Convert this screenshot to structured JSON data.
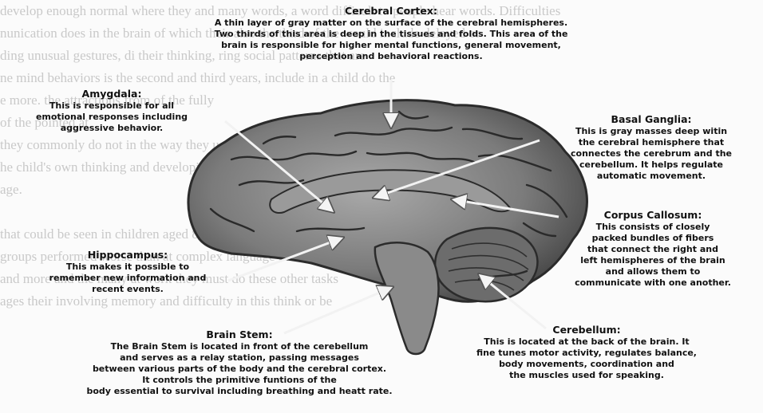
{
  "background_text": [
    "develop enough normal where they and many words, a word difficult to people hear words. Difficulties",
    "nunication does in the brain of which their also the third of the would include delayed or",
    "ding unusual gestures, di their thinking, ring social patterns that are",
    "ne mind behaviors is the second and third years, include in a child do the",
    "e more. the attractions from of the fully",
    "of the pointed at",
    "they commonly do not in the way they use or share an expression",
    "he child's own thinking and developing symbols",
    "age.",
    "",
    "that could be seen in children aged 8-12 years was",
    "groups performed worse than at complex language tasks such as figurative",
    "and more and the many at work they must do these other tasks",
    "ages their involving memory and difficulty in this think or be"
  ],
  "labels": {
    "cerebral_cortex": {
      "title": "Cerebral Cortex:",
      "lines": [
        "A thin layer of gray matter on the surface of the cerebral hemispheres.",
        "Two thirds of this area is deep in the tissues and folds. This area of the",
        "brain is responsible for higher mental functions, general movement,",
        "perception and behavioral reactions."
      ]
    },
    "amygdala": {
      "title": "Amygdala:",
      "lines": [
        "This is responsible for all",
        "emotional responses including",
        "aggressive behavior."
      ]
    },
    "basal_ganglia": {
      "title": "Basal Ganglia:",
      "lines": [
        "This is gray masses deep witin",
        "the cerebral hemisphere that",
        "connectes the cerebrum and the",
        "cerebellum. It helps regulate",
        "automatic movement."
      ]
    },
    "corpus_callosum": {
      "title": "Corpus Callosum:",
      "lines": [
        "This consists of closely",
        "packed bundles of fibers",
        "that connect the right and",
        "left hemispheres of the brain",
        "and allows them to",
        "communicate with one another."
      ]
    },
    "hippocampus": {
      "title": "Hippocampus:",
      "lines": [
        "This makes it possible to",
        "remember new information and",
        "recent events."
      ]
    },
    "brain_stem": {
      "title": "Brain Stem:",
      "lines": [
        "The Brain Stem is located in front of the cerebellum",
        "and serves as a relay station, passing messages",
        "between various parts of the body and the cerebral cortex.",
        "It controls the primitive funtions of the",
        "body essential to survival including breathing and heatt rate."
      ]
    },
    "cerebellum": {
      "title": "Cerebellum:",
      "lines": [
        "This is located at the back of the brain. It",
        "fine tunes motor activity, regulates balance,",
        "body movements, coordination and",
        "the muscles used for speaking."
      ]
    }
  },
  "colors": {
    "brain_fill": "#7b7b7b",
    "brain_dark": "#3a3a3a",
    "background": "#fbfbfb"
  }
}
